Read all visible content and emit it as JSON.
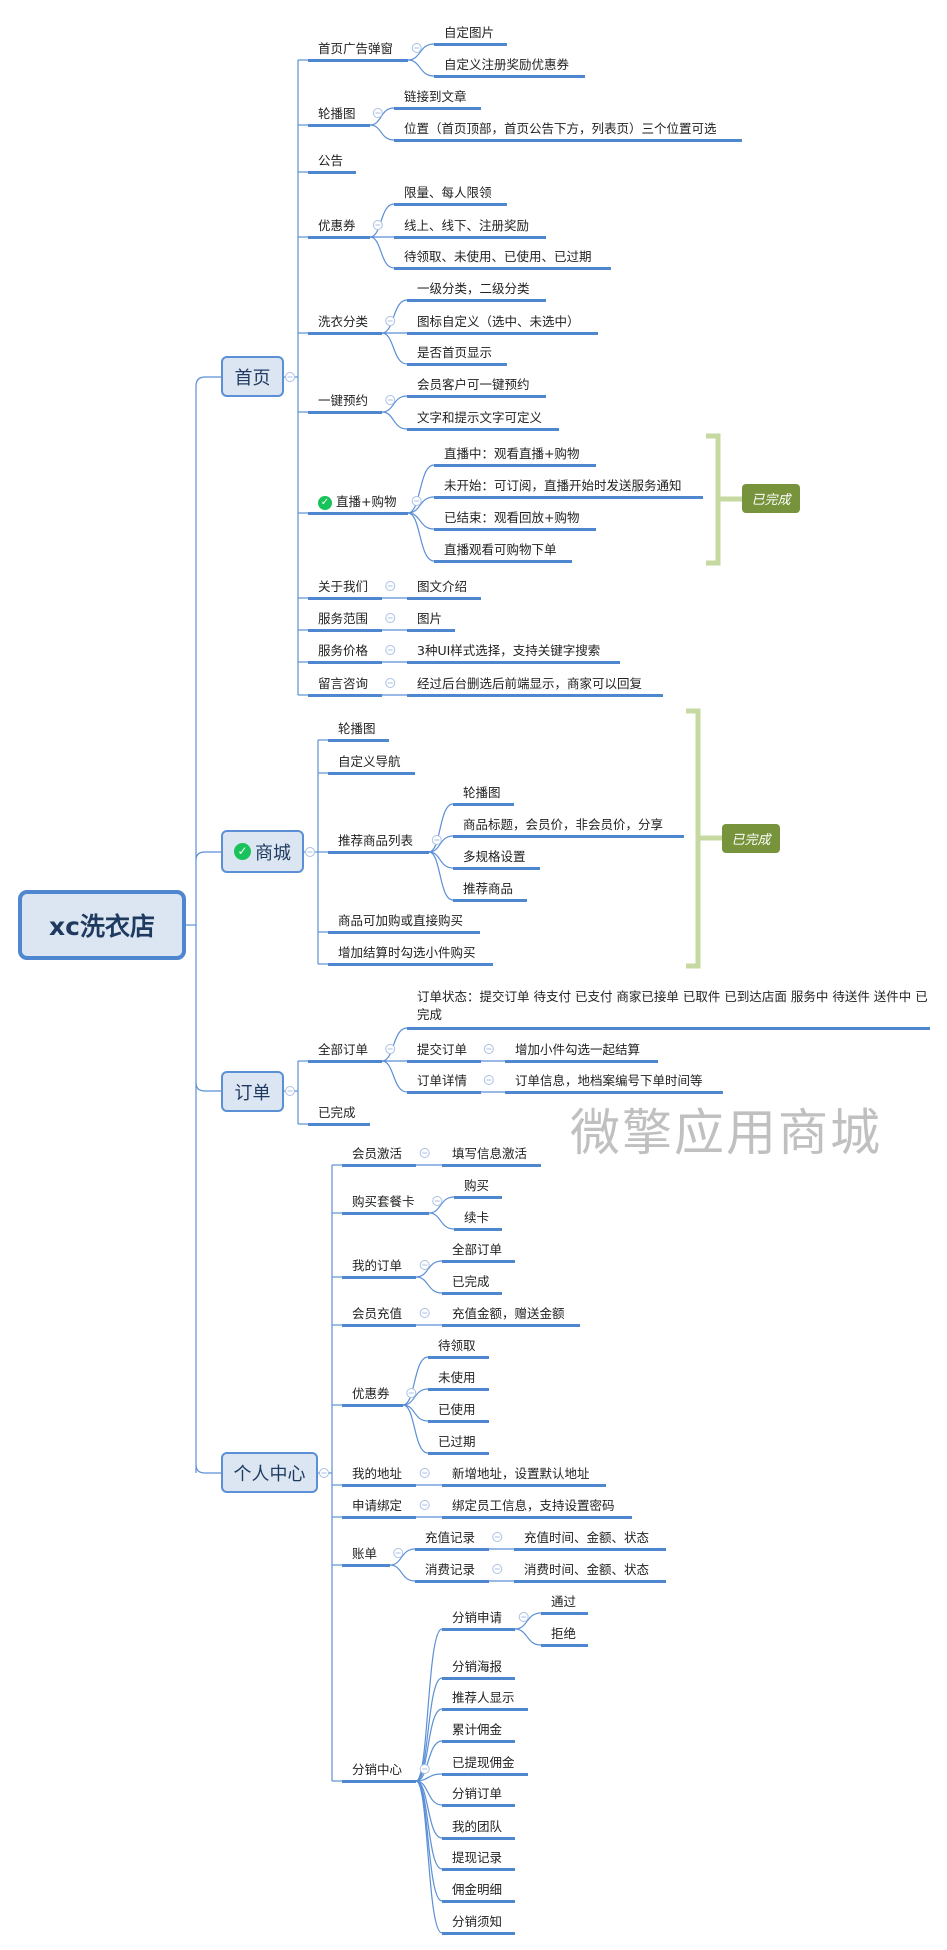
{
  "root": {
    "label": "xc洗衣店"
  },
  "status_badge": "已完成",
  "watermark": "微擎应用商城",
  "colors": {
    "underline": "#4f86d0",
    "box_bg": "#dce6f2",
    "badge": "#77933c",
    "bracket": "#c5d9a0",
    "check": "#17c35a"
  },
  "home": {
    "label": "首页",
    "children": [
      {
        "label": "首页广告弹窗",
        "children": [
          {
            "label": "自定图片"
          },
          {
            "label": "自定义注册奖励优惠券"
          }
        ]
      },
      {
        "label": "轮播图",
        "children": [
          {
            "label": "链接到文章"
          },
          {
            "label": "位置（首页顶部，首页公告下方，列表页）三个位置可选"
          }
        ]
      },
      {
        "label": "公告"
      },
      {
        "label": "优惠券",
        "children": [
          {
            "label": "限量、每人限领"
          },
          {
            "label": "线上、线下、注册奖励"
          },
          {
            "label": "待领取、未使用、已使用、已过期"
          }
        ]
      },
      {
        "label": "洗衣分类",
        "children": [
          {
            "label": "一级分类，二级分类"
          },
          {
            "label": "图标自定义（选中、未选中）"
          },
          {
            "label": "是否首页显示"
          }
        ]
      },
      {
        "label": "一键预约",
        "children": [
          {
            "label": "会员客户可一键预约"
          },
          {
            "label": "文字和提示文字可定义"
          }
        ]
      },
      {
        "label": "直播+购物",
        "done": true,
        "children": [
          {
            "label": "直播中：观看直播+购物"
          },
          {
            "label": "未开始：可订阅，直播开始时发送服务通知"
          },
          {
            "label": "已结束：观看回放+购物"
          },
          {
            "label": "直播观看可购物下单"
          }
        ]
      },
      {
        "label": "关于我们",
        "children": [
          {
            "label": "图文介绍"
          }
        ]
      },
      {
        "label": "服务范围",
        "children": [
          {
            "label": "图片"
          }
        ]
      },
      {
        "label": "服务价格",
        "children": [
          {
            "label": "3种UI样式选择，支持关键字搜索"
          }
        ]
      },
      {
        "label": "留言咨询",
        "children": [
          {
            "label": "经过后台删选后前端显示，商家可以回复"
          }
        ]
      }
    ]
  },
  "mall": {
    "label": "商城",
    "done": true,
    "children": [
      {
        "label": "轮播图"
      },
      {
        "label": "自定义导航"
      },
      {
        "label": "推荐商品列表",
        "children": [
          {
            "label": "轮播图"
          },
          {
            "label": "商品标题，会员价，非会员价，分享"
          },
          {
            "label": "多规格设置"
          },
          {
            "label": "推荐商品"
          }
        ]
      },
      {
        "label": "商品可加购或直接购买"
      },
      {
        "label": "增加结算时勾选小件购买"
      }
    ]
  },
  "orders": {
    "label": "订单",
    "children": [
      {
        "label": "全部订单",
        "children": [
          {
            "label": "订单状态：提交订单 待支付 已支付 商家已接单 已取件 已到达店面 服务中 待送件 送件中 已完成"
          },
          {
            "label": "提交订单",
            "children": [
              {
                "label": "增加小件勾选一起结算"
              }
            ]
          },
          {
            "label": "订单详情",
            "children": [
              {
                "label": "订单信息，地档案编号下单时间等"
              }
            ]
          }
        ]
      },
      {
        "label": "已完成"
      }
    ]
  },
  "personal": {
    "label": "个人中心",
    "children": [
      {
        "label": "会员激活",
        "children": [
          {
            "label": "填写信息激活"
          }
        ]
      },
      {
        "label": "购买套餐卡",
        "children": [
          {
            "label": "购买"
          },
          {
            "label": "续卡"
          }
        ]
      },
      {
        "label": "我的订单",
        "children": [
          {
            "label": "全部订单"
          },
          {
            "label": "已完成"
          }
        ]
      },
      {
        "label": "会员充值",
        "children": [
          {
            "label": "充值金额，赠送金额"
          }
        ]
      },
      {
        "label": "优惠券",
        "children": [
          {
            "label": "待领取"
          },
          {
            "label": "未使用"
          },
          {
            "label": "已使用"
          },
          {
            "label": "已过期"
          }
        ]
      },
      {
        "label": "我的地址",
        "children": [
          {
            "label": "新增地址，设置默认地址"
          }
        ]
      },
      {
        "label": "申请绑定",
        "children": [
          {
            "label": "绑定员工信息，支持设置密码"
          }
        ]
      },
      {
        "label": "账单",
        "children": [
          {
            "label": "充值记录",
            "children": [
              {
                "label": "充值时间、金额、状态"
              }
            ]
          },
          {
            "label": "消费记录",
            "children": [
              {
                "label": "消费时间、金额、状态"
              }
            ]
          }
        ]
      },
      {
        "label": "分销中心",
        "children": [
          {
            "label": "分销申请",
            "children": [
              {
                "label": "通过"
              },
              {
                "label": "拒绝"
              }
            ]
          },
          {
            "label": "分销海报"
          },
          {
            "label": "推荐人显示"
          },
          {
            "label": "累计佣金"
          },
          {
            "label": "已提现佣金"
          },
          {
            "label": "分销订单"
          },
          {
            "label": "我的团队"
          },
          {
            "label": "提现记录"
          },
          {
            "label": "佣金明细"
          },
          {
            "label": "分销须知"
          }
        ]
      }
    ]
  }
}
